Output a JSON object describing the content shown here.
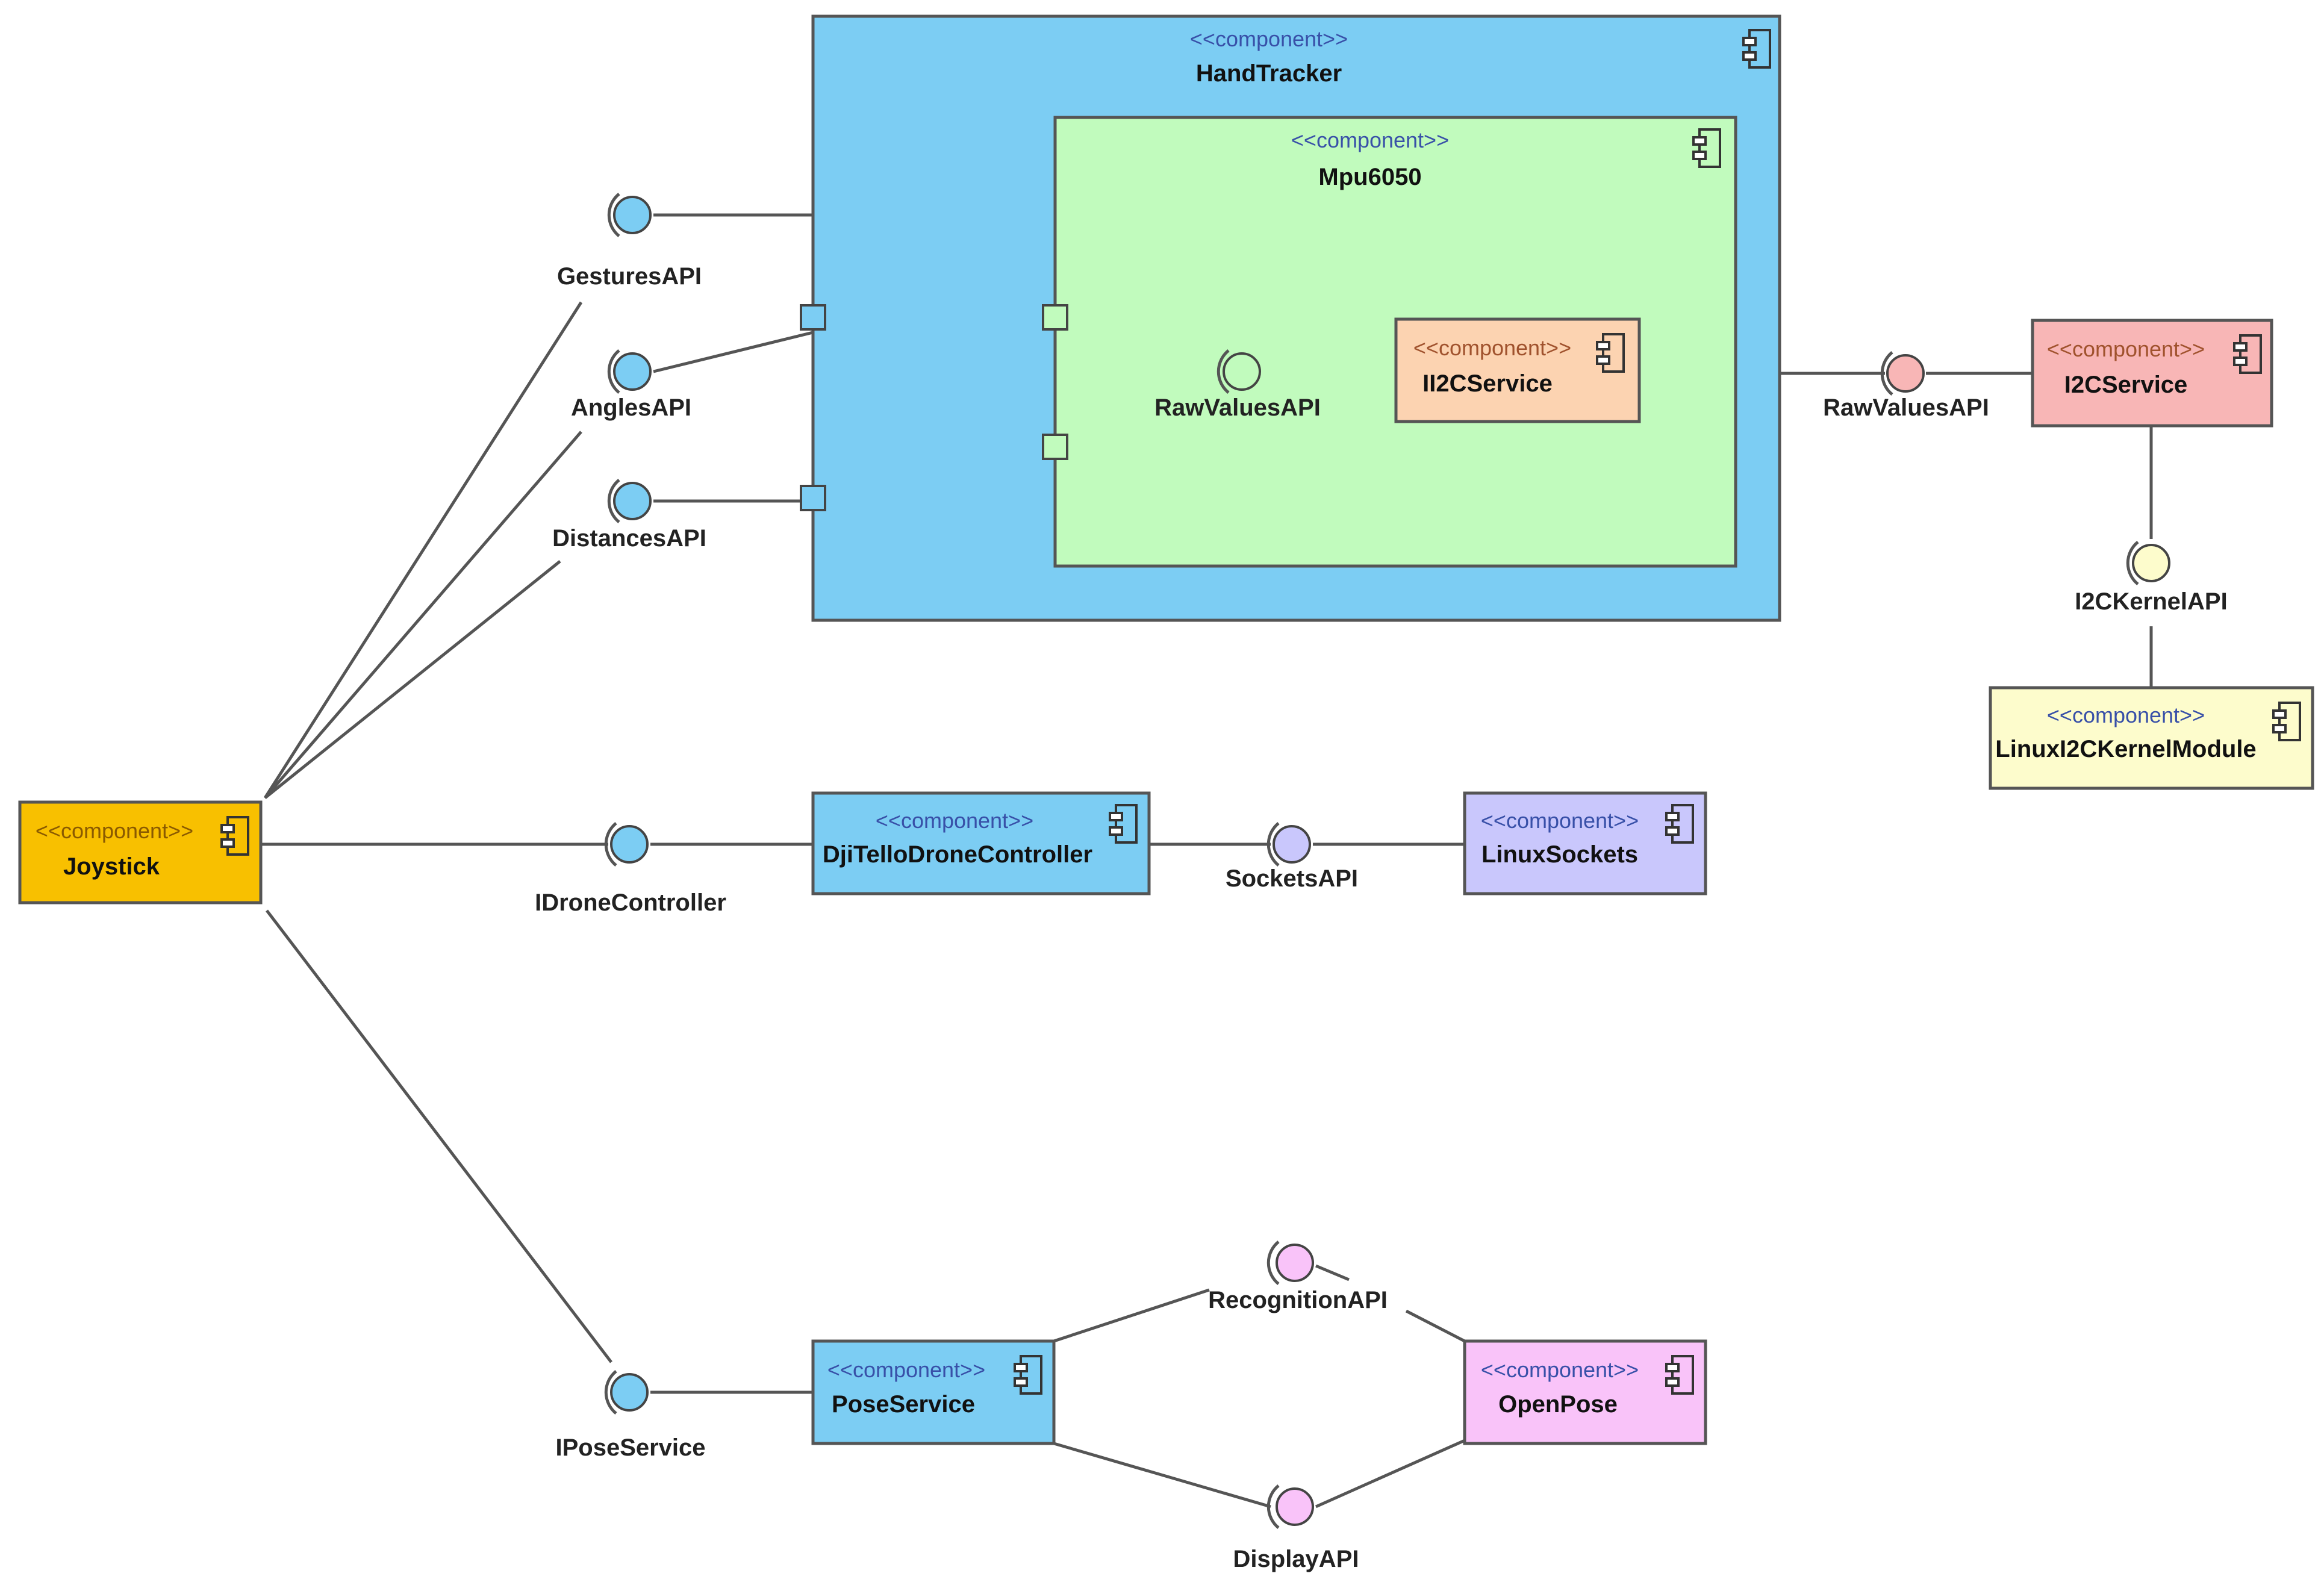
{
  "colors": {
    "blue": "#7ccdf3",
    "green": "#c1fbbd",
    "orange": "#fcd3b1",
    "red": "#f8b6b6",
    "yellow": "#fdfccc",
    "gold": "#f8c000",
    "purple": "#c9c7fc",
    "pink": "#f9c3f9",
    "stereo_blue": "#3850a8",
    "stereo_orange": "#a0522d",
    "stereo_gold": "#8a5a00"
  },
  "stereotype": "<<component>>",
  "components": {
    "handtracker": {
      "name": "HandTracker"
    },
    "mpu6050": {
      "name": "Mpu6050"
    },
    "ii2cservice": {
      "name": "II2CService"
    },
    "i2cservice": {
      "name": "I2CService"
    },
    "linuxkernel": {
      "name": "LinuxI2CKernelModule"
    },
    "joystick": {
      "name": "Joystick"
    },
    "dji": {
      "name": "DjiTelloDroneController"
    },
    "sockets": {
      "name": "LinuxSockets"
    },
    "pose": {
      "name": "PoseService"
    },
    "openpose": {
      "name": "OpenPose"
    }
  },
  "interfaces": {
    "gestures": "GesturesAPI",
    "angles": "AnglesAPI",
    "distances": "DistancesAPI",
    "rawvalues_inner": "RawValuesAPI",
    "rawvalues_outer": "RawValuesAPI",
    "i2ckernel": "I2CKernelAPI",
    "idrone": "IDroneController",
    "socketsapi": "SocketsAPI",
    "iposeservice": "IPoseService",
    "recognition": "RecognitionAPI",
    "display": "DisplayAPI"
  }
}
